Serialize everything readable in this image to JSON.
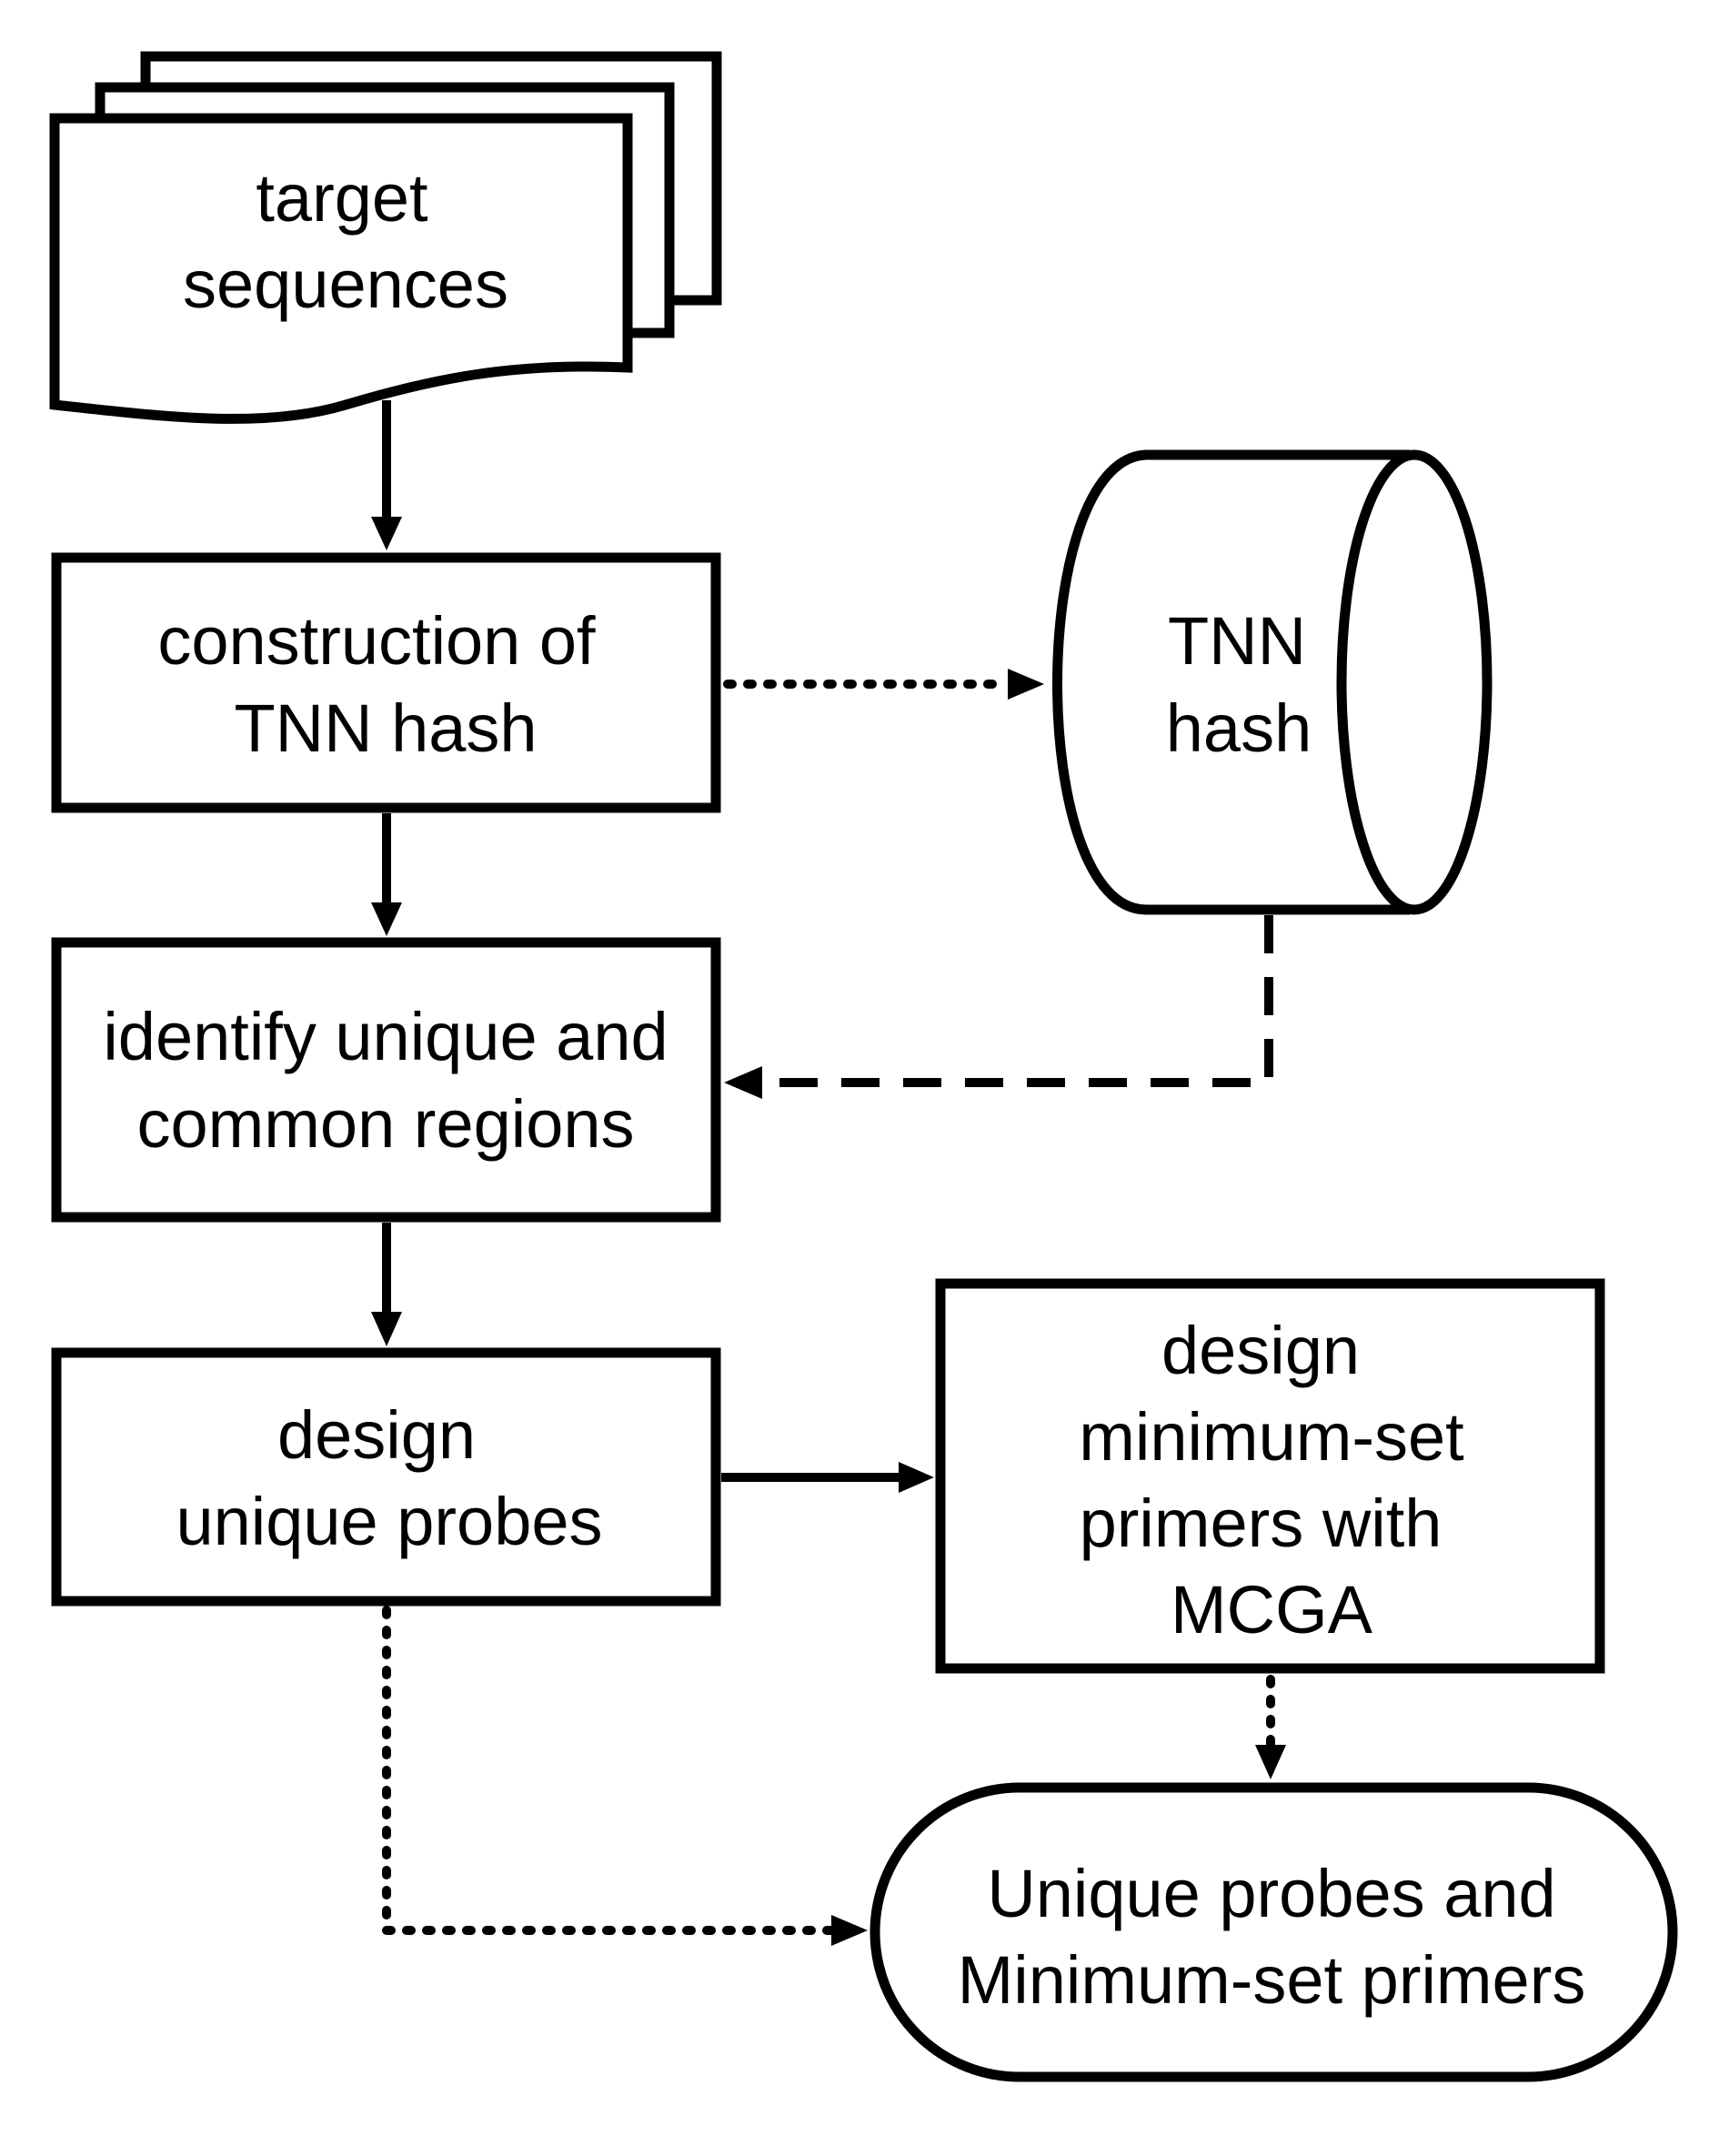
{
  "nodes": {
    "target_sequences": {
      "lines": [
        "target",
        "sequences"
      ]
    },
    "construction_tnn_hash": {
      "lines": [
        "construction of",
        "TNN hash"
      ]
    },
    "tnn_hash_db": {
      "lines": [
        "TNN",
        "hash"
      ]
    },
    "identify_regions": {
      "lines": [
        "identify unique and",
        "common regions"
      ]
    },
    "design_unique_probes": {
      "lines": [
        "design",
        "unique probes"
      ]
    },
    "design_primers_mcga": {
      "lines": [
        "design",
        "minimum-set",
        "primers with",
        "MCGA"
      ]
    },
    "output_result": {
      "lines": [
        "Unique probes and",
        "Minimum-set primers"
      ]
    }
  },
  "edges": [
    {
      "from": "target_sequences",
      "to": "construction_tnn_hash",
      "style": "solid"
    },
    {
      "from": "construction_tnn_hash",
      "to": "tnn_hash_db",
      "style": "dotted"
    },
    {
      "from": "construction_tnn_hash",
      "to": "identify_regions",
      "style": "solid"
    },
    {
      "from": "tnn_hash_db",
      "to": "identify_regions",
      "style": "dashed"
    },
    {
      "from": "identify_regions",
      "to": "design_unique_probes",
      "style": "solid"
    },
    {
      "from": "design_unique_probes",
      "to": "design_primers_mcga",
      "style": "solid"
    },
    {
      "from": "design_primers_mcga",
      "to": "output_result",
      "style": "dotted"
    },
    {
      "from": "design_unique_probes",
      "to": "output_result",
      "style": "dotted"
    }
  ]
}
